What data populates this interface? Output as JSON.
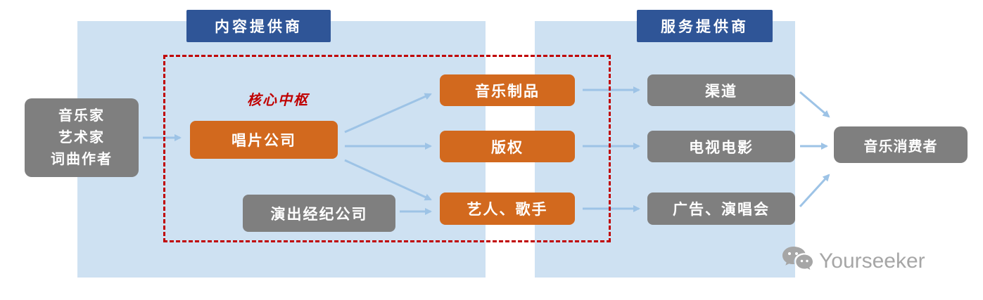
{
  "headers": {
    "content_provider": "内容提供商",
    "service_provider": "服务提供商"
  },
  "core_hub_label": "核心中枢",
  "nodes": {
    "creators": [
      "音乐家",
      "艺术家",
      "词曲作者"
    ],
    "record_company": "唱片公司",
    "performance_agency": "演出经纪公司",
    "music_products": "音乐制品",
    "copyright": "版权",
    "artists_singers": "艺人、歌手",
    "channels": "渠道",
    "tv_film": "电视电影",
    "ads_concerts": "广告、演唱会",
    "music_consumers": "音乐消费者"
  },
  "edges": [
    {
      "from": "creators",
      "to": "record_company"
    },
    {
      "from": "record_company",
      "to": "music_products"
    },
    {
      "from": "record_company",
      "to": "copyright"
    },
    {
      "from": "record_company",
      "to": "artists_singers"
    },
    {
      "from": "performance_agency",
      "to": "artists_singers"
    },
    {
      "from": "music_products",
      "to": "channels"
    },
    {
      "from": "copyright",
      "to": "tv_film"
    },
    {
      "from": "artists_singers",
      "to": "ads_concerts"
    },
    {
      "from": "channels",
      "to": "music_consumers"
    },
    {
      "from": "tv_film",
      "to": "music_consumers"
    },
    {
      "from": "ads_concerts",
      "to": "music_consumers"
    }
  ],
  "watermark": {
    "brand": "Yourseeker",
    "icon": "wechat-icon"
  },
  "colors": {
    "panel_blue": "#CEE1F2",
    "header_blue": "#2F5597",
    "node_orange": "#D2691E",
    "node_gray": "#7F7F7F",
    "core_red": "#C00000",
    "arrow_blue": "#9DC3E6",
    "watermark_gray": "#A6A6A6"
  }
}
